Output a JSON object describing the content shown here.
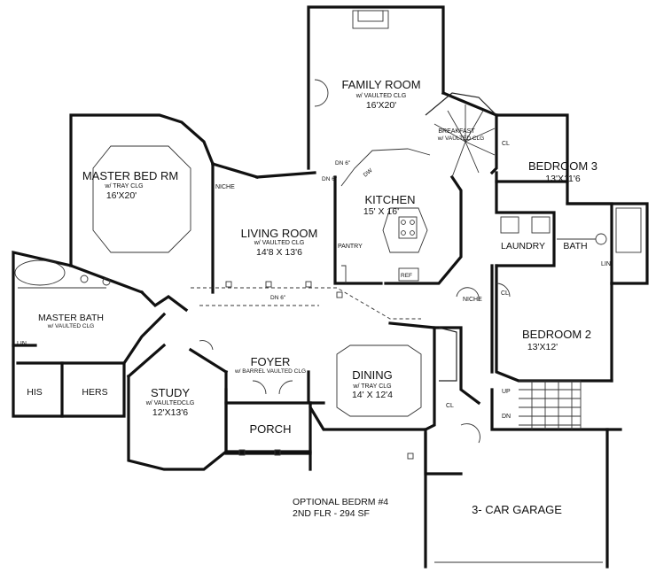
{
  "rooms": {
    "family_room": {
      "name": "FAMILY ROOM",
      "note": "w/ VAULTED CLG",
      "size": "16'X20'"
    },
    "breakfast": {
      "name": "BREAKFAST",
      "note": "w/ VAULTED CLG"
    },
    "bedroom3": {
      "name": "BEDROOM 3",
      "size": "13'X11'6"
    },
    "master_bed": {
      "name": "MASTER BED RM",
      "note": "w/ TRAY CLG",
      "size": "16'X20'"
    },
    "living_room": {
      "name": "LIVING ROOM",
      "note": "w/ VAULTED CLG",
      "size": "14'8 X 13'6"
    },
    "kitchen": {
      "name": "KITCHEN",
      "size": "15' X 16'"
    },
    "laundry": {
      "name": "LAUNDRY"
    },
    "bath": {
      "name": "BATH"
    },
    "bedroom2": {
      "name": "BEDROOM 2",
      "size": "13'X12'"
    },
    "master_bath": {
      "name": "MASTER BATH",
      "note": "w/ VAULTED CLG"
    },
    "foyer": {
      "name": "FOYER",
      "note": "w/ BARREL VAULTED CLG"
    },
    "dining": {
      "name": "DINING",
      "note": "w/ TRAY CLG",
      "size": "14' X 12'4"
    },
    "study": {
      "name": "STUDY",
      "note": "w/ VAULTEDCLG",
      "size": "12'X13'6"
    },
    "his": {
      "name": "HIS"
    },
    "hers": {
      "name": "HERS"
    },
    "porch": {
      "name": "PORCH"
    },
    "garage": {
      "name": "3- CAR GARAGE"
    }
  },
  "tags": {
    "niche_master": "NICHE",
    "niche_bed2": "NICHE",
    "pantry": "PANTRY",
    "dw": "DW",
    "ref": "REF",
    "cl_bed3": "CL",
    "cl_bed2": "CL",
    "cl_garage": "CL",
    "lin_bath": "LIN",
    "lin_master": "LIN",
    "dn_family": "DN 6\"",
    "dn_hall": "DN 6\"",
    "dn_kitchen": "DN 6\"",
    "up": "UP",
    "dn_stair": "DN"
  },
  "optional": {
    "line1": "OPTIONAL BEDRM #4",
    "line2": "2ND FLR - 294 SF"
  }
}
